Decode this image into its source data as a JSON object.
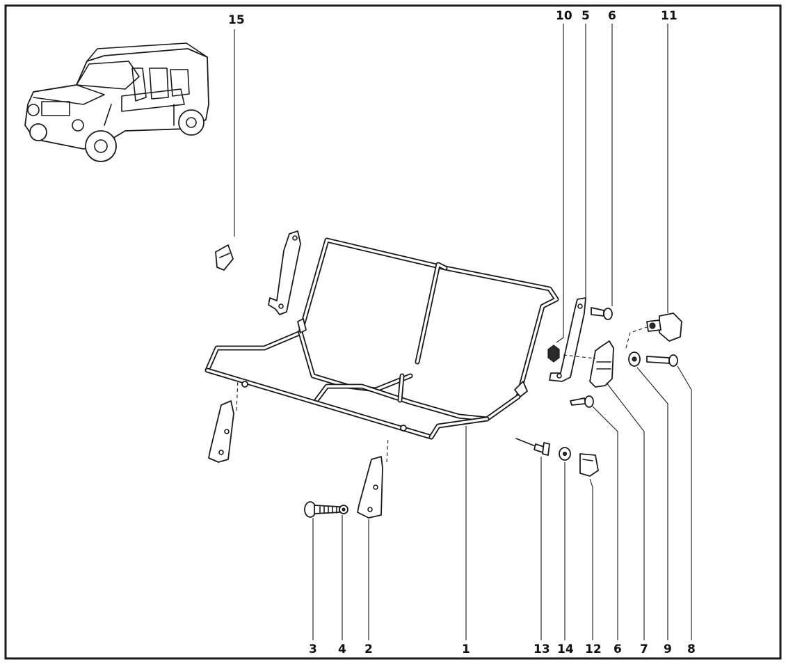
{
  "callouts": {
    "c15": "15",
    "c10": "10",
    "c5": "5",
    "c6_top": "6",
    "c11": "11",
    "c3": "3",
    "c4": "4",
    "c2": "2",
    "c1": "1",
    "c13": "13",
    "c14": "14",
    "c12": "12",
    "c6_bottom": "6",
    "c7": "7",
    "c9": "9",
    "c8": "8"
  }
}
